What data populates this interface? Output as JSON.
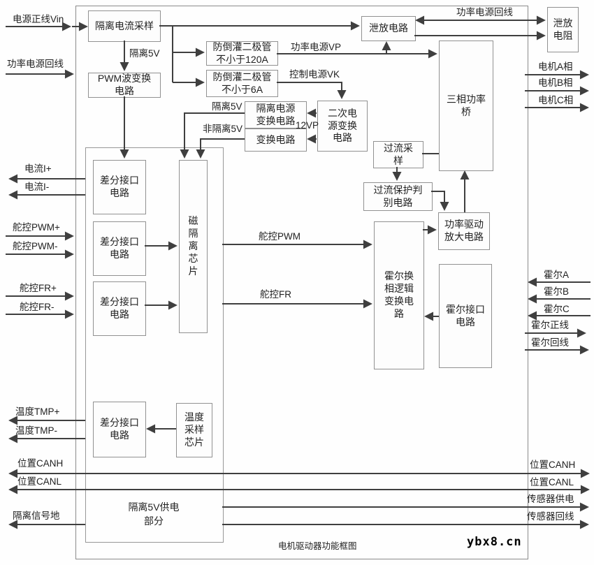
{
  "caption": "电机驱动器功能框图",
  "watermark": "ybx8.cn",
  "colors": {
    "wire": "#3f3f3f",
    "box_border": "#919191",
    "frame_border": "#8a8a8a",
    "text": "#1f1f1f",
    "background": "#fefefe"
  },
  "blocks": {
    "iso_current_sampling": "隔离电流采样",
    "pwm_wave_converter": "PWM波变换\n电路",
    "anti_backflow_diode_120a": "防倒灌二极管\n不小于120A",
    "anti_backflow_diode_6a": "防倒灌二极管\n不小于6A",
    "bleed_circuit": "泄放电路",
    "bleed_resistor": "泄放\n电阻",
    "three_phase_power_bridge": "三相功率\n桥",
    "iso_power_converter": "隔离电源\n变换电路",
    "converter_circuit": "变换电路",
    "secondary_power_converter": "二次电\n源变换\n电路",
    "overcurrent_sampling": "过流采\n样",
    "overcurrent_protection_judge": "过流保护判\n别电路",
    "power_drive_amplifier": "功率驱动\n放大电路",
    "hall_commutation_logic": "霍尔换\n相逻辑\n变换电\n路",
    "hall_interface": "霍尔接口\n电路",
    "diff_interface": "差分接口\n电路",
    "magnetic_isolation_chip": "磁\n隔\n离\n芯\n片",
    "temp_sampling_chip": "温度\n采样\n芯片",
    "iso_5v_supply_section": "隔离5V供电\n部分"
  },
  "ports_left": {
    "power_pos_vin": "电源正线Vin",
    "power_return": "功率电源回线",
    "current_i_plus": "电流I+",
    "current_i_minus": "电流I-",
    "servo_pwm_plus": "舵控PWM+",
    "servo_pwm_minus": "舵控PWM-",
    "servo_fr_plus": "舵控FR+",
    "servo_fr_minus": "舵控FR-",
    "temp_tmp_plus": "温度TMP+",
    "temp_tmp_minus": "温度TMP-",
    "pos_canh": "位置CANH",
    "pos_canl": "位置CANL",
    "iso_signal_gnd": "隔离信号地"
  },
  "ports_right": {
    "power_return_top": "功率电源回线",
    "motor_phase_a": "电机A相",
    "motor_phase_b": "电机B相",
    "motor_phase_c": "电机C相",
    "hall_a": "霍尔A",
    "hall_b": "霍尔B",
    "hall_c": "霍尔C",
    "hall_pos_line": "霍尔正线",
    "hall_ret_line": "霍尔回线",
    "pos_canh": "位置CANH",
    "pos_canl": "位置CANL",
    "sensor_power": "传感器供电",
    "sensor_return": "传感器回线"
  },
  "nets": {
    "iso_5v_a": "隔离5V",
    "iso_5v_b": "隔离5V",
    "non_iso_5v": "非隔离5V",
    "power_vp": "功率电源VP",
    "control_vk": "控制电源VK",
    "v12p": "12VP",
    "servo_pwm": "舵控PWM",
    "servo_fr": "舵控FR"
  }
}
